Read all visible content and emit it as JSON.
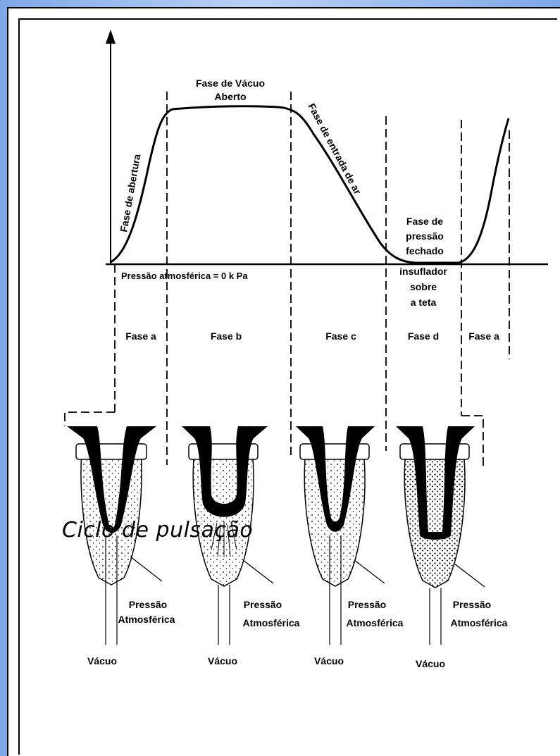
{
  "caption": "Ciclo de pulsação",
  "graph": {
    "baseline_label": "Pressão atmosférica = 0 k Pa",
    "curve_labels": {
      "opening": "Fase de abertura",
      "open_vacuum_line1": "Fase de Vácuo",
      "open_vacuum_line2": "Aberto",
      "air_entry": "Fase de entrada de ar",
      "closed_line1": "Fase de",
      "closed_line2": "pressão",
      "closed_line3": "fechado",
      "closed_line4": "insuflador",
      "closed_line5": "sobre",
      "closed_line6": "a teta"
    },
    "phases": [
      "Fase a",
      "Fase b",
      "Fase c",
      "Fase d",
      "Fase a"
    ]
  },
  "cups": [
    {
      "pressure_line1": "Pressão",
      "pressure_line2": "Atmosférica",
      "vacuum": "Vácuo"
    },
    {
      "pressure_line1": "Pressão",
      "pressure_line2": "Atmosférica",
      "vacuum": "Vácuo"
    },
    {
      "pressure_line1": "Pressão",
      "pressure_line2": "Atmosférica",
      "vacuum": "Vácuo"
    },
    {
      "pressure_line1": "Pressão",
      "pressure_line2": "Atmosférica",
      "vacuum": "Vácuo"
    }
  ],
  "colors": {
    "background": "#9bbcf0",
    "ink": "#000000",
    "paper": "#ffffff"
  }
}
